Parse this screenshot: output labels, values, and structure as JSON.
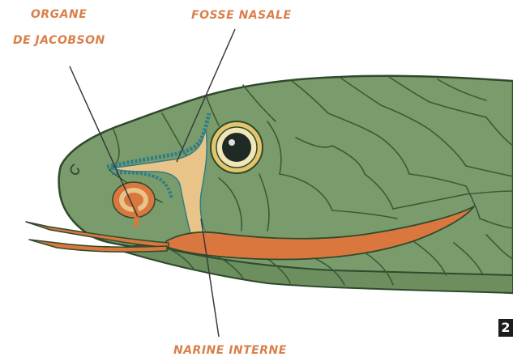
{
  "labels": {
    "organe_line1": "ORGANE",
    "organe_line2": "DE JACOBSON",
    "fosse": "FOSSE NASALE",
    "narine": "NARINE INTERNE"
  },
  "figure_number": "2",
  "colors": {
    "label": "#d9804a",
    "skin": "#7a9c6c",
    "skin_dark": "#6d8f60",
    "outline": "#2f4a2c",
    "scale_line": "#3b5a36",
    "nasal_cavity": "#e8c489",
    "vomeronasal_channel": "#2f7d86",
    "jacobson_organ": "#d9773f",
    "tongue": "#d9773f",
    "eye_ring": "#e5c46e",
    "eye_iris": "#f1e6b8",
    "eye_pupil": "#1f2a24",
    "pointer_line": "#3a3a3a",
    "badge_bg": "#1d1d1d",
    "badge_text": "#ffffff"
  }
}
